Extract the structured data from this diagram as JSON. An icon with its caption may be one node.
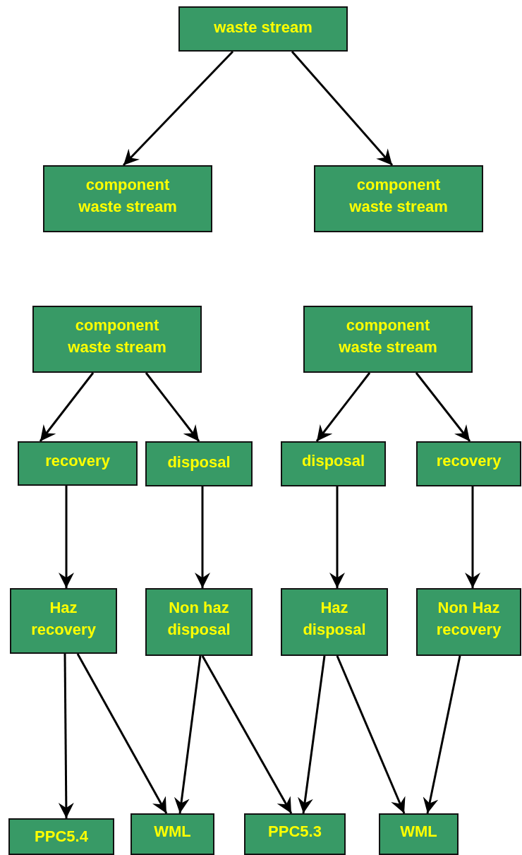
{
  "diagram": {
    "nodes": [
      {
        "text": [
          "waste stream"
        ]
      },
      {
        "text": [
          "component waste stream"
        ]
      },
      {
        "text": [
          "component waste stream"
        ]
      },
      {
        "text": [
          "component waste stream"
        ]
      },
      {
        "text": [
          "component waste stream"
        ]
      },
      {
        "text": [
          "recovery"
        ]
      },
      {
        "text": [
          "disposal"
        ]
      },
      {
        "text": [
          "disposal"
        ]
      },
      {
        "text": [
          "recovery"
        ]
      },
      {
        "text": [
          "Haz recovery"
        ]
      },
      {
        "text": [
          "Non haz disposal"
        ]
      },
      {
        "text": [
          "Haz disposal"
        ]
      },
      {
        "text": [
          "Non Haz recovery"
        ]
      },
      {
        "text": [
          "PPC5.4"
        ]
      },
      {
        "text": [
          "WML"
        ]
      },
      {
        "text": [
          "PPC5.3"
        ]
      },
      {
        "text": [
          "WML"
        ]
      }
    ],
    "edges": [
      {
        "from": 0,
        "to": 1,
        "arrow": "to"
      },
      {
        "from": 0,
        "to": 2,
        "arrow": "to"
      },
      {
        "from": 3,
        "to": 5,
        "arrow": "to"
      },
      {
        "from": 3,
        "to": 6,
        "arrow": "to"
      },
      {
        "from": 4,
        "to": 7,
        "arrow": "to"
      },
      {
        "from": 4,
        "to": 8,
        "arrow": "to"
      },
      {
        "from": 5,
        "to": 9,
        "arrow": "to"
      },
      {
        "from": 6,
        "to": 10,
        "arrow": "to"
      },
      {
        "from": 7,
        "to": 11,
        "arrow": "to"
      },
      {
        "from": 8,
        "to": 12,
        "arrow": "to"
      },
      {
        "from": 9,
        "to": 13,
        "arrow": "to"
      },
      {
        "from": 9,
        "to": 14,
        "arrow": "to"
      },
      {
        "from": 10,
        "to": 14,
        "arrow": "to"
      },
      {
        "from": 10,
        "to": 15,
        "arrow": "to"
      },
      {
        "from": 11,
        "to": 15,
        "arrow": "to"
      },
      {
        "from": 11,
        "to": 16,
        "arrow": "to"
      },
      {
        "from": 12,
        "to": 16,
        "arrow": "to"
      }
    ]
  }
}
